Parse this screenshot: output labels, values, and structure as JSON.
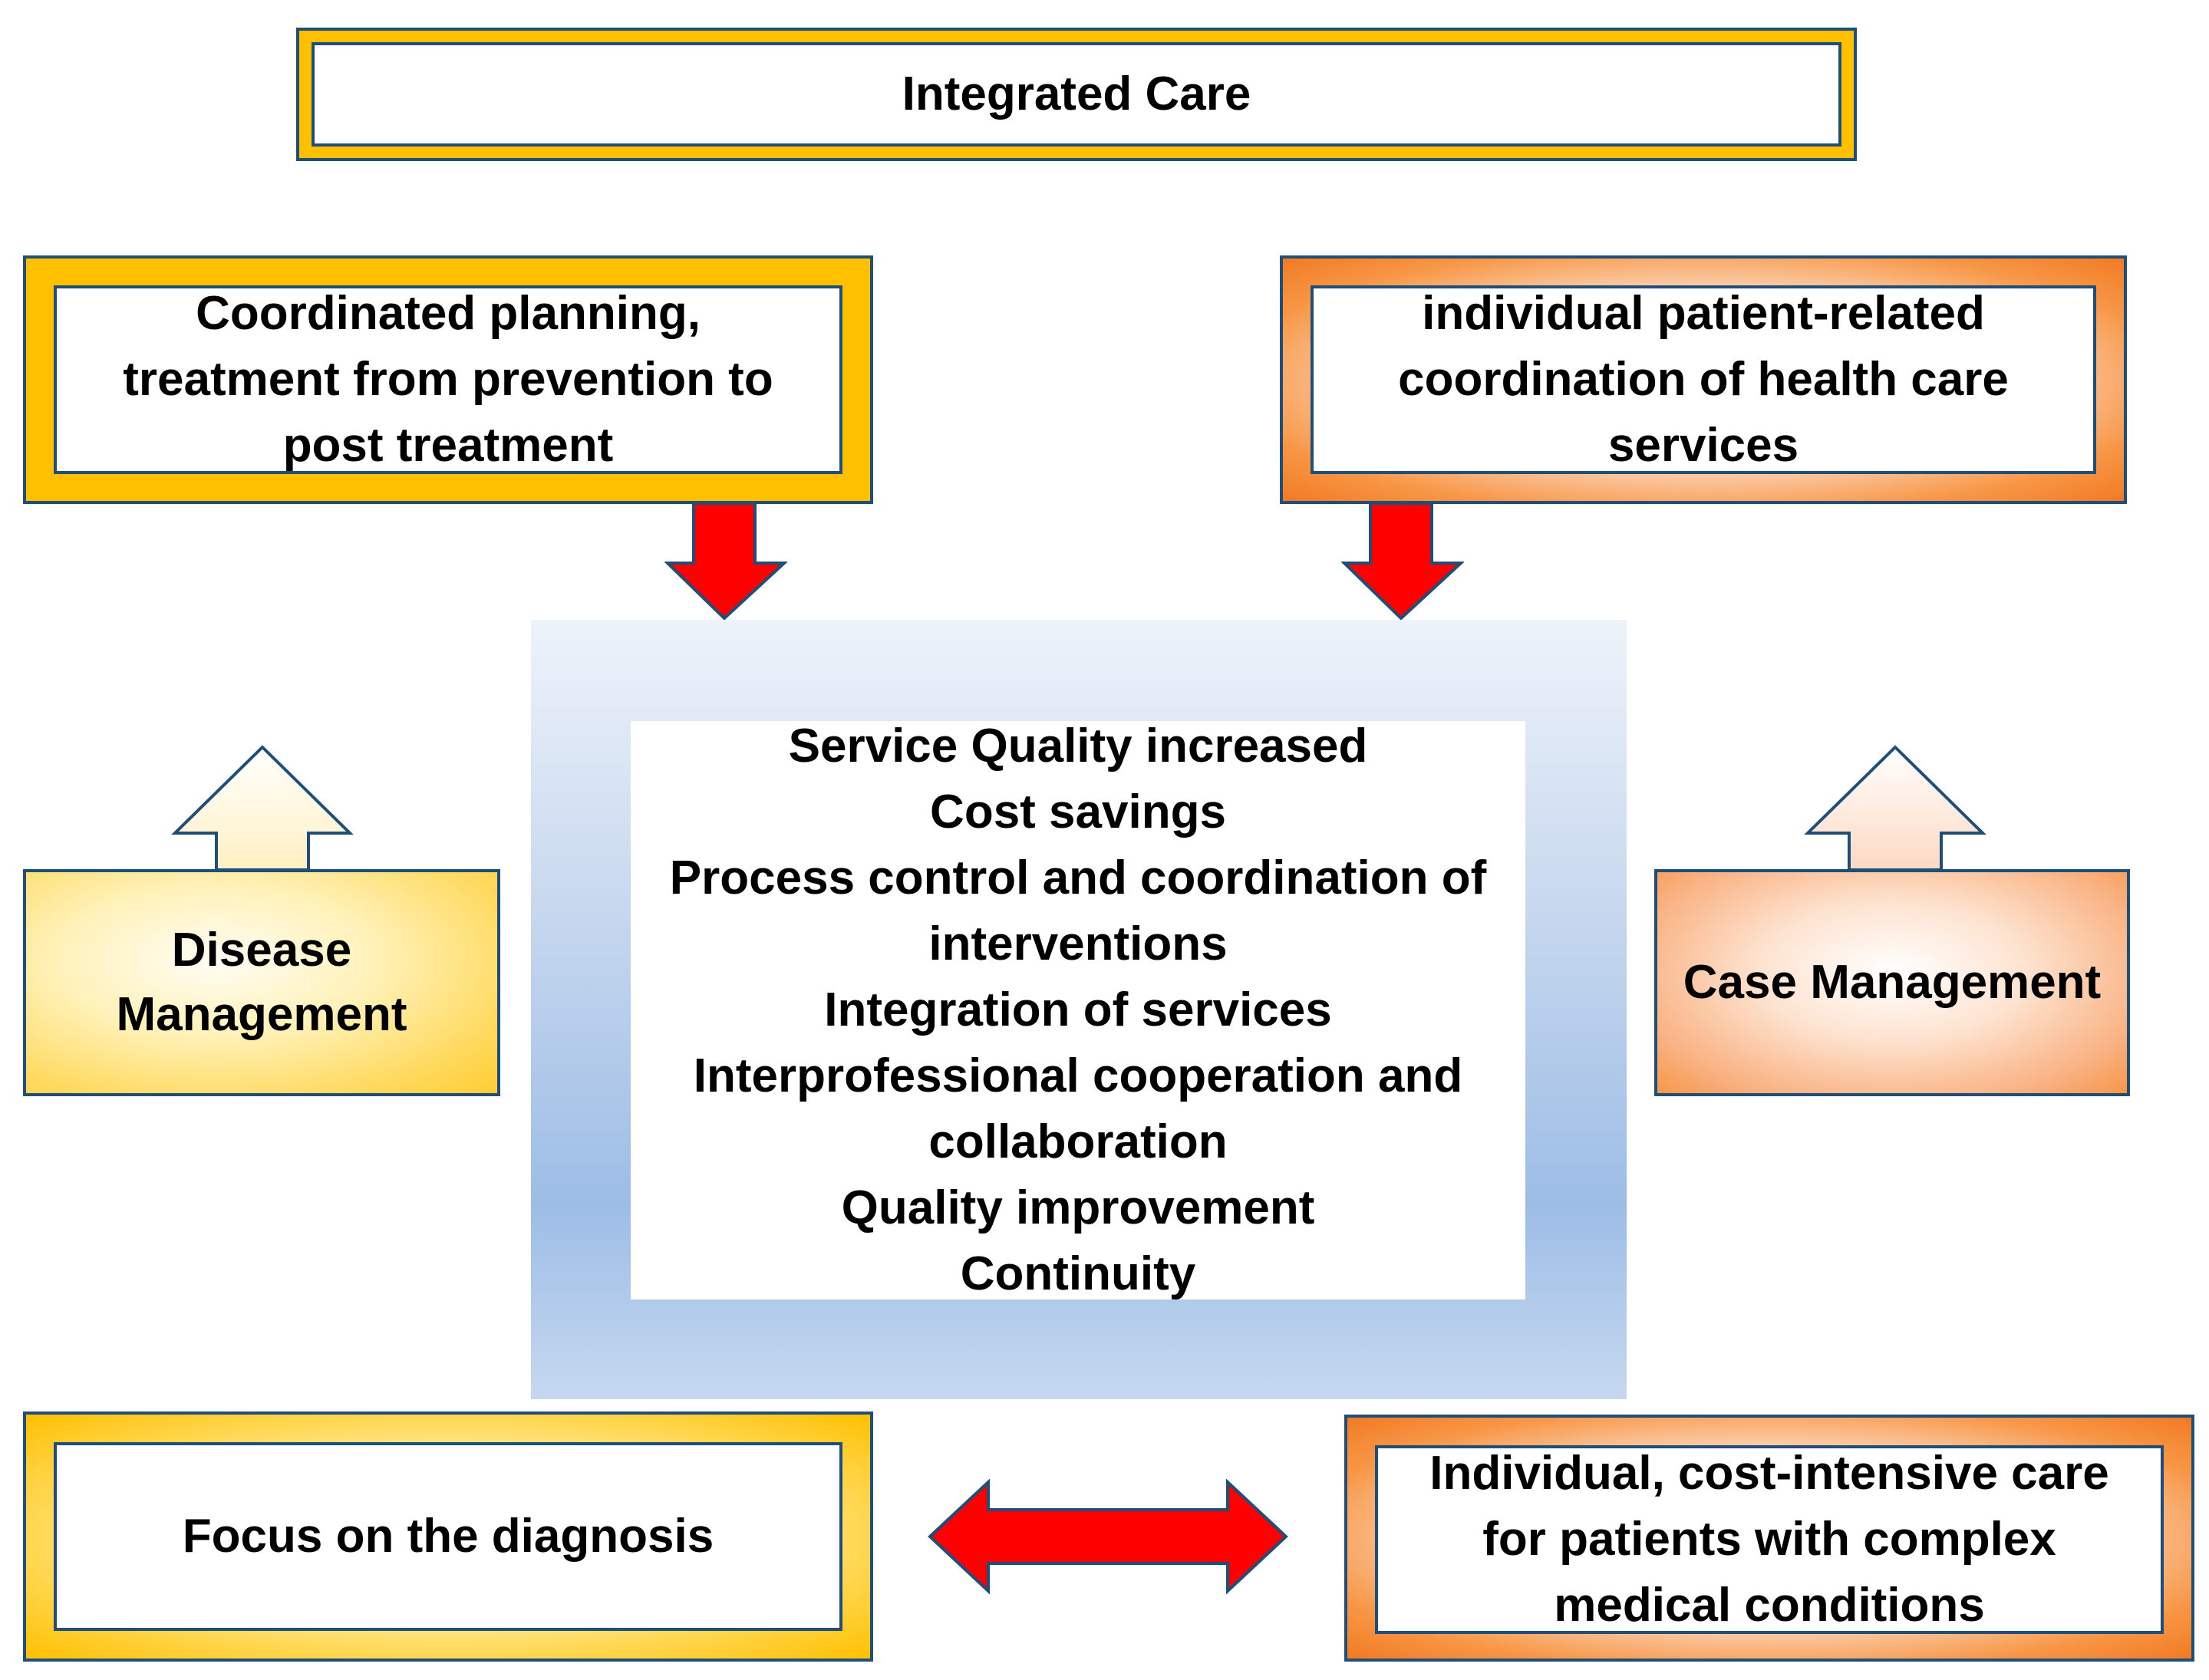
{
  "title": "Integrated Care",
  "top_left": "Coordinated planning, treatment from prevention to post treatment",
  "top_right": "individual patient-related coordination of health care services",
  "left_label": "Disease Management",
  "right_label": "Case Management",
  "center_items": [
    "Service Quality increased",
    "Cost savings",
    "Process control and coordination of interventions",
    "Integration of services",
    "Interprofessional cooperation and collaboration",
    "Quality improvement",
    "Continuity"
  ],
  "bottom_left": "Focus on the diagnosis",
  "bottom_right": "Individual, cost-intensive care for patients with complex medical conditions",
  "colors": {
    "gold": "#ffc000",
    "orange": "#f79646",
    "red_arrow": "#ff0000",
    "border_blue": "#1f4e79",
    "center_blue": "#9dbde6"
  }
}
